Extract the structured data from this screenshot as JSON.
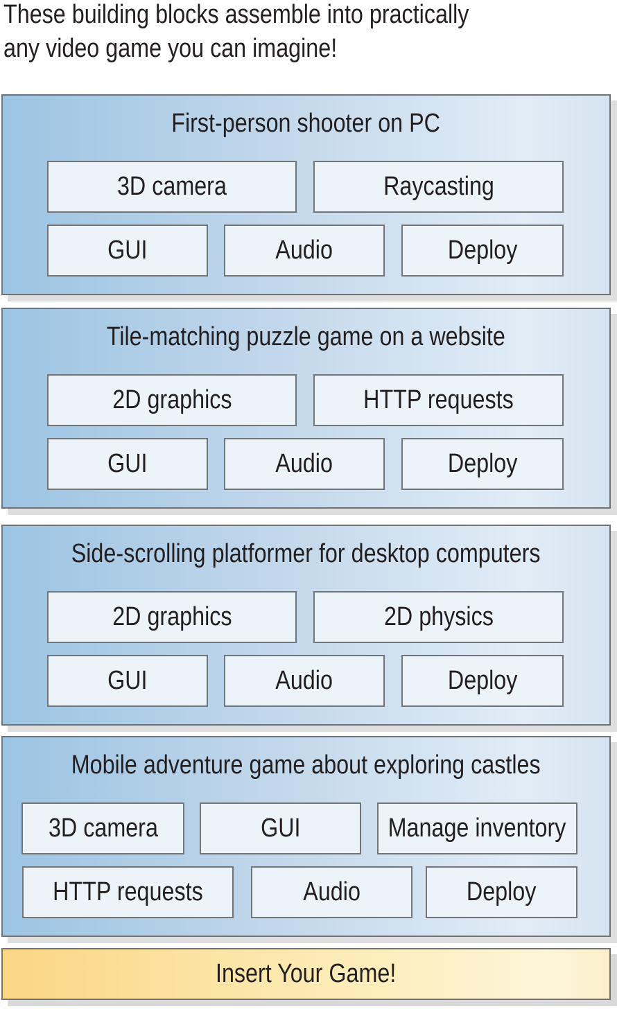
{
  "heading": {
    "line1": "These building blocks assemble into practically",
    "line2": "any video game you can imagine!"
  },
  "panels": [
    {
      "title": "First-person shooter on PC",
      "boxes": [
        {
          "label": "3D camera"
        },
        {
          "label": "Raycasting"
        },
        {
          "label": "GUI"
        },
        {
          "label": "Audio"
        },
        {
          "label": "Deploy"
        }
      ]
    },
    {
      "title": "Tile-matching puzzle game on a website",
      "boxes": [
        {
          "label": "2D graphics"
        },
        {
          "label": "HTTP requests"
        },
        {
          "label": "GUI"
        },
        {
          "label": "Audio"
        },
        {
          "label": "Deploy"
        }
      ]
    },
    {
      "title": "Side-scrolling platformer for desktop computers",
      "boxes": [
        {
          "label": "2D graphics"
        },
        {
          "label": "2D physics"
        },
        {
          "label": "GUI"
        },
        {
          "label": "Audio"
        },
        {
          "label": "Deploy"
        }
      ]
    },
    {
      "title": "Mobile adventure game about exploring castles",
      "boxes": [
        {
          "label": "3D camera"
        },
        {
          "label": "GUI"
        },
        {
          "label": "Manage inventory"
        },
        {
          "label": "HTTP requests"
        },
        {
          "label": "Audio"
        },
        {
          "label": "Deploy"
        }
      ]
    }
  ],
  "footer": {
    "label": "Insert Your Game!"
  },
  "colors": {
    "panel_gradient_start": "#9cc4e3",
    "panel_gradient_end": "#d6e4f1",
    "panel_border": "#6f7276",
    "box_fill": "#edf4f9",
    "box_border": "#70757a",
    "shadow": "#dedede",
    "footer_gradient_start": "#fbd685",
    "footer_gradient_end": "#fcf0cb",
    "text": "#231f20"
  }
}
